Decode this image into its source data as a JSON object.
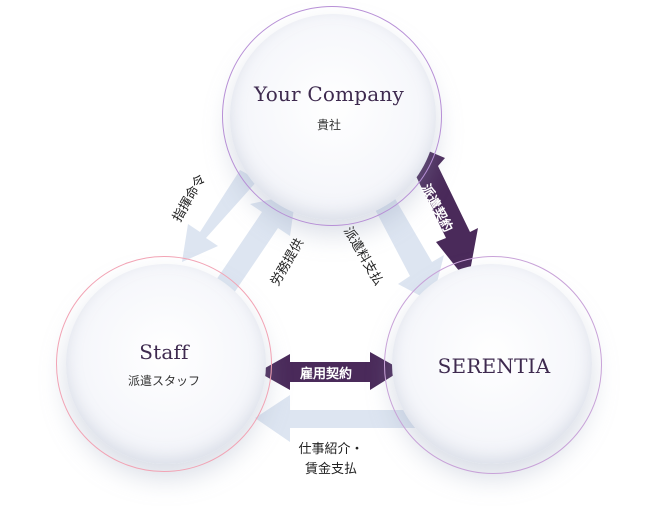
{
  "nodes": {
    "company": {
      "title": "Your Company",
      "subtitle": "貴社"
    },
    "staff": {
      "title": "Staff",
      "subtitle": "派遣スタッフ"
    },
    "serentia": {
      "title": "SERENTIA",
      "subtitle": ""
    }
  },
  "flows": {
    "instruction": "指揮命令",
    "labor": "労務提供",
    "fee": "派遣料支払",
    "dispatch_contract": "派遣契約",
    "employment_contract": "雇用契約",
    "job_intro_line1": "仕事紹介・",
    "job_intro_line2": "賃金支払"
  },
  "colors": {
    "accent_dark": "#4a2a5a",
    "arrow_light": "#dde5f1",
    "ring_company": "#b78fd6",
    "ring_staff": "#f2a3b4",
    "ring_serentia": "#c8a2d8"
  }
}
